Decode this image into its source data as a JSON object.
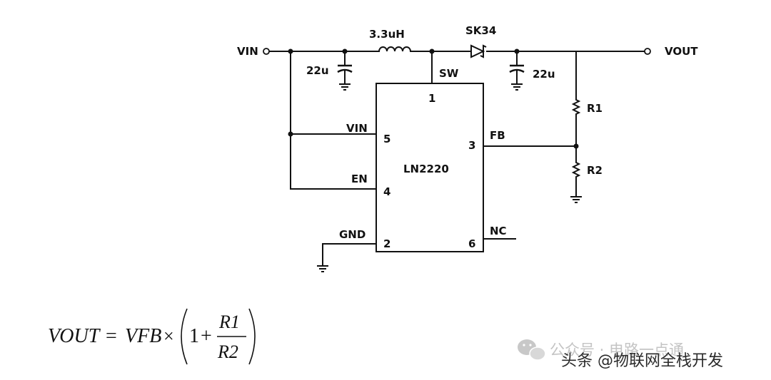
{
  "labels": {
    "vin_terminal": "VIN",
    "vout_terminal": "VOUT",
    "inductor": "3.3uH",
    "diode": "SK34",
    "cap_in": "22u",
    "cap_out": "22u",
    "r1": "R1",
    "r2": "R2",
    "chip": "LN2220",
    "pin_sw": "SW",
    "pin_vin": "VIN",
    "pin_en": "EN",
    "pin_gnd": "GND",
    "pin_fb": "FB",
    "pin_nc": "NC",
    "pin1": "1",
    "pin2": "2",
    "pin3": "3",
    "pin4": "4",
    "pin5": "5",
    "pin6": "6"
  },
  "formula": {
    "lhs": "VOUT",
    "equals": "=",
    "vfb": "VFB",
    "times": "×",
    "one": "1",
    "plus": "+",
    "num": "R1",
    "den": "R2"
  },
  "watermark": {
    "line1": "公众号 · 电路一点通",
    "line2": "头条 @物联网全栈开发"
  }
}
